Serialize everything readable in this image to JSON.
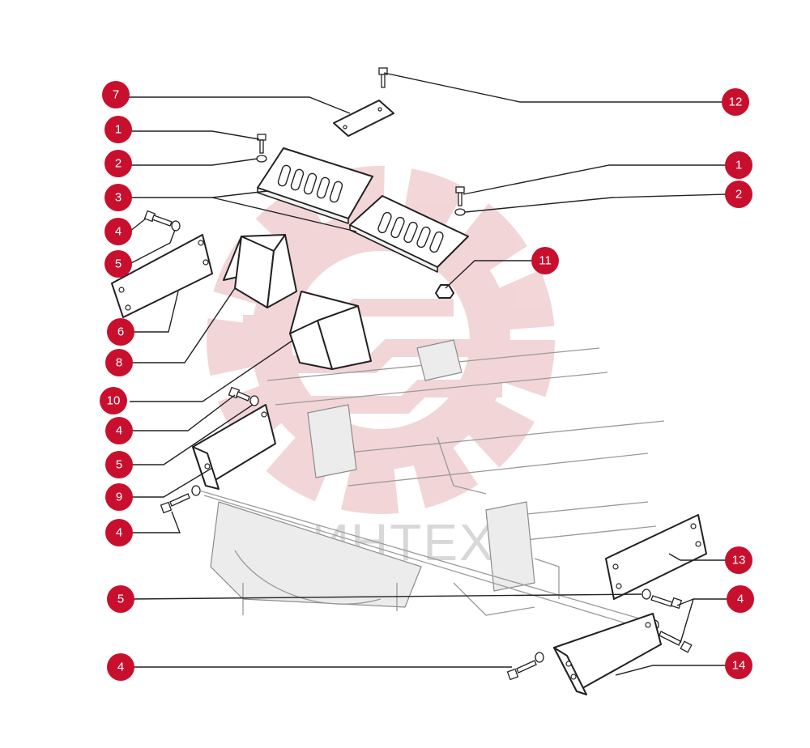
{
  "watermark": {
    "text": "ИНТЕХ",
    "color": "#e8b4b8"
  },
  "callout_style": {
    "fill": "#c8102e",
    "text_color": "#ffffff"
  },
  "callouts": [
    {
      "label": "7"
    },
    {
      "label": "1"
    },
    {
      "label": "2"
    },
    {
      "label": "3"
    },
    {
      "label": "4"
    },
    {
      "label": "5"
    },
    {
      "label": "6"
    },
    {
      "label": "8"
    },
    {
      "label": "10"
    },
    {
      "label": "4"
    },
    {
      "label": "5"
    },
    {
      "label": "9"
    },
    {
      "label": "4"
    },
    {
      "label": "5"
    },
    {
      "label": "4"
    },
    {
      "label": "12"
    },
    {
      "label": "1"
    },
    {
      "label": "2"
    },
    {
      "label": "11"
    },
    {
      "label": "13"
    },
    {
      "label": "4"
    },
    {
      "label": "14"
    }
  ]
}
